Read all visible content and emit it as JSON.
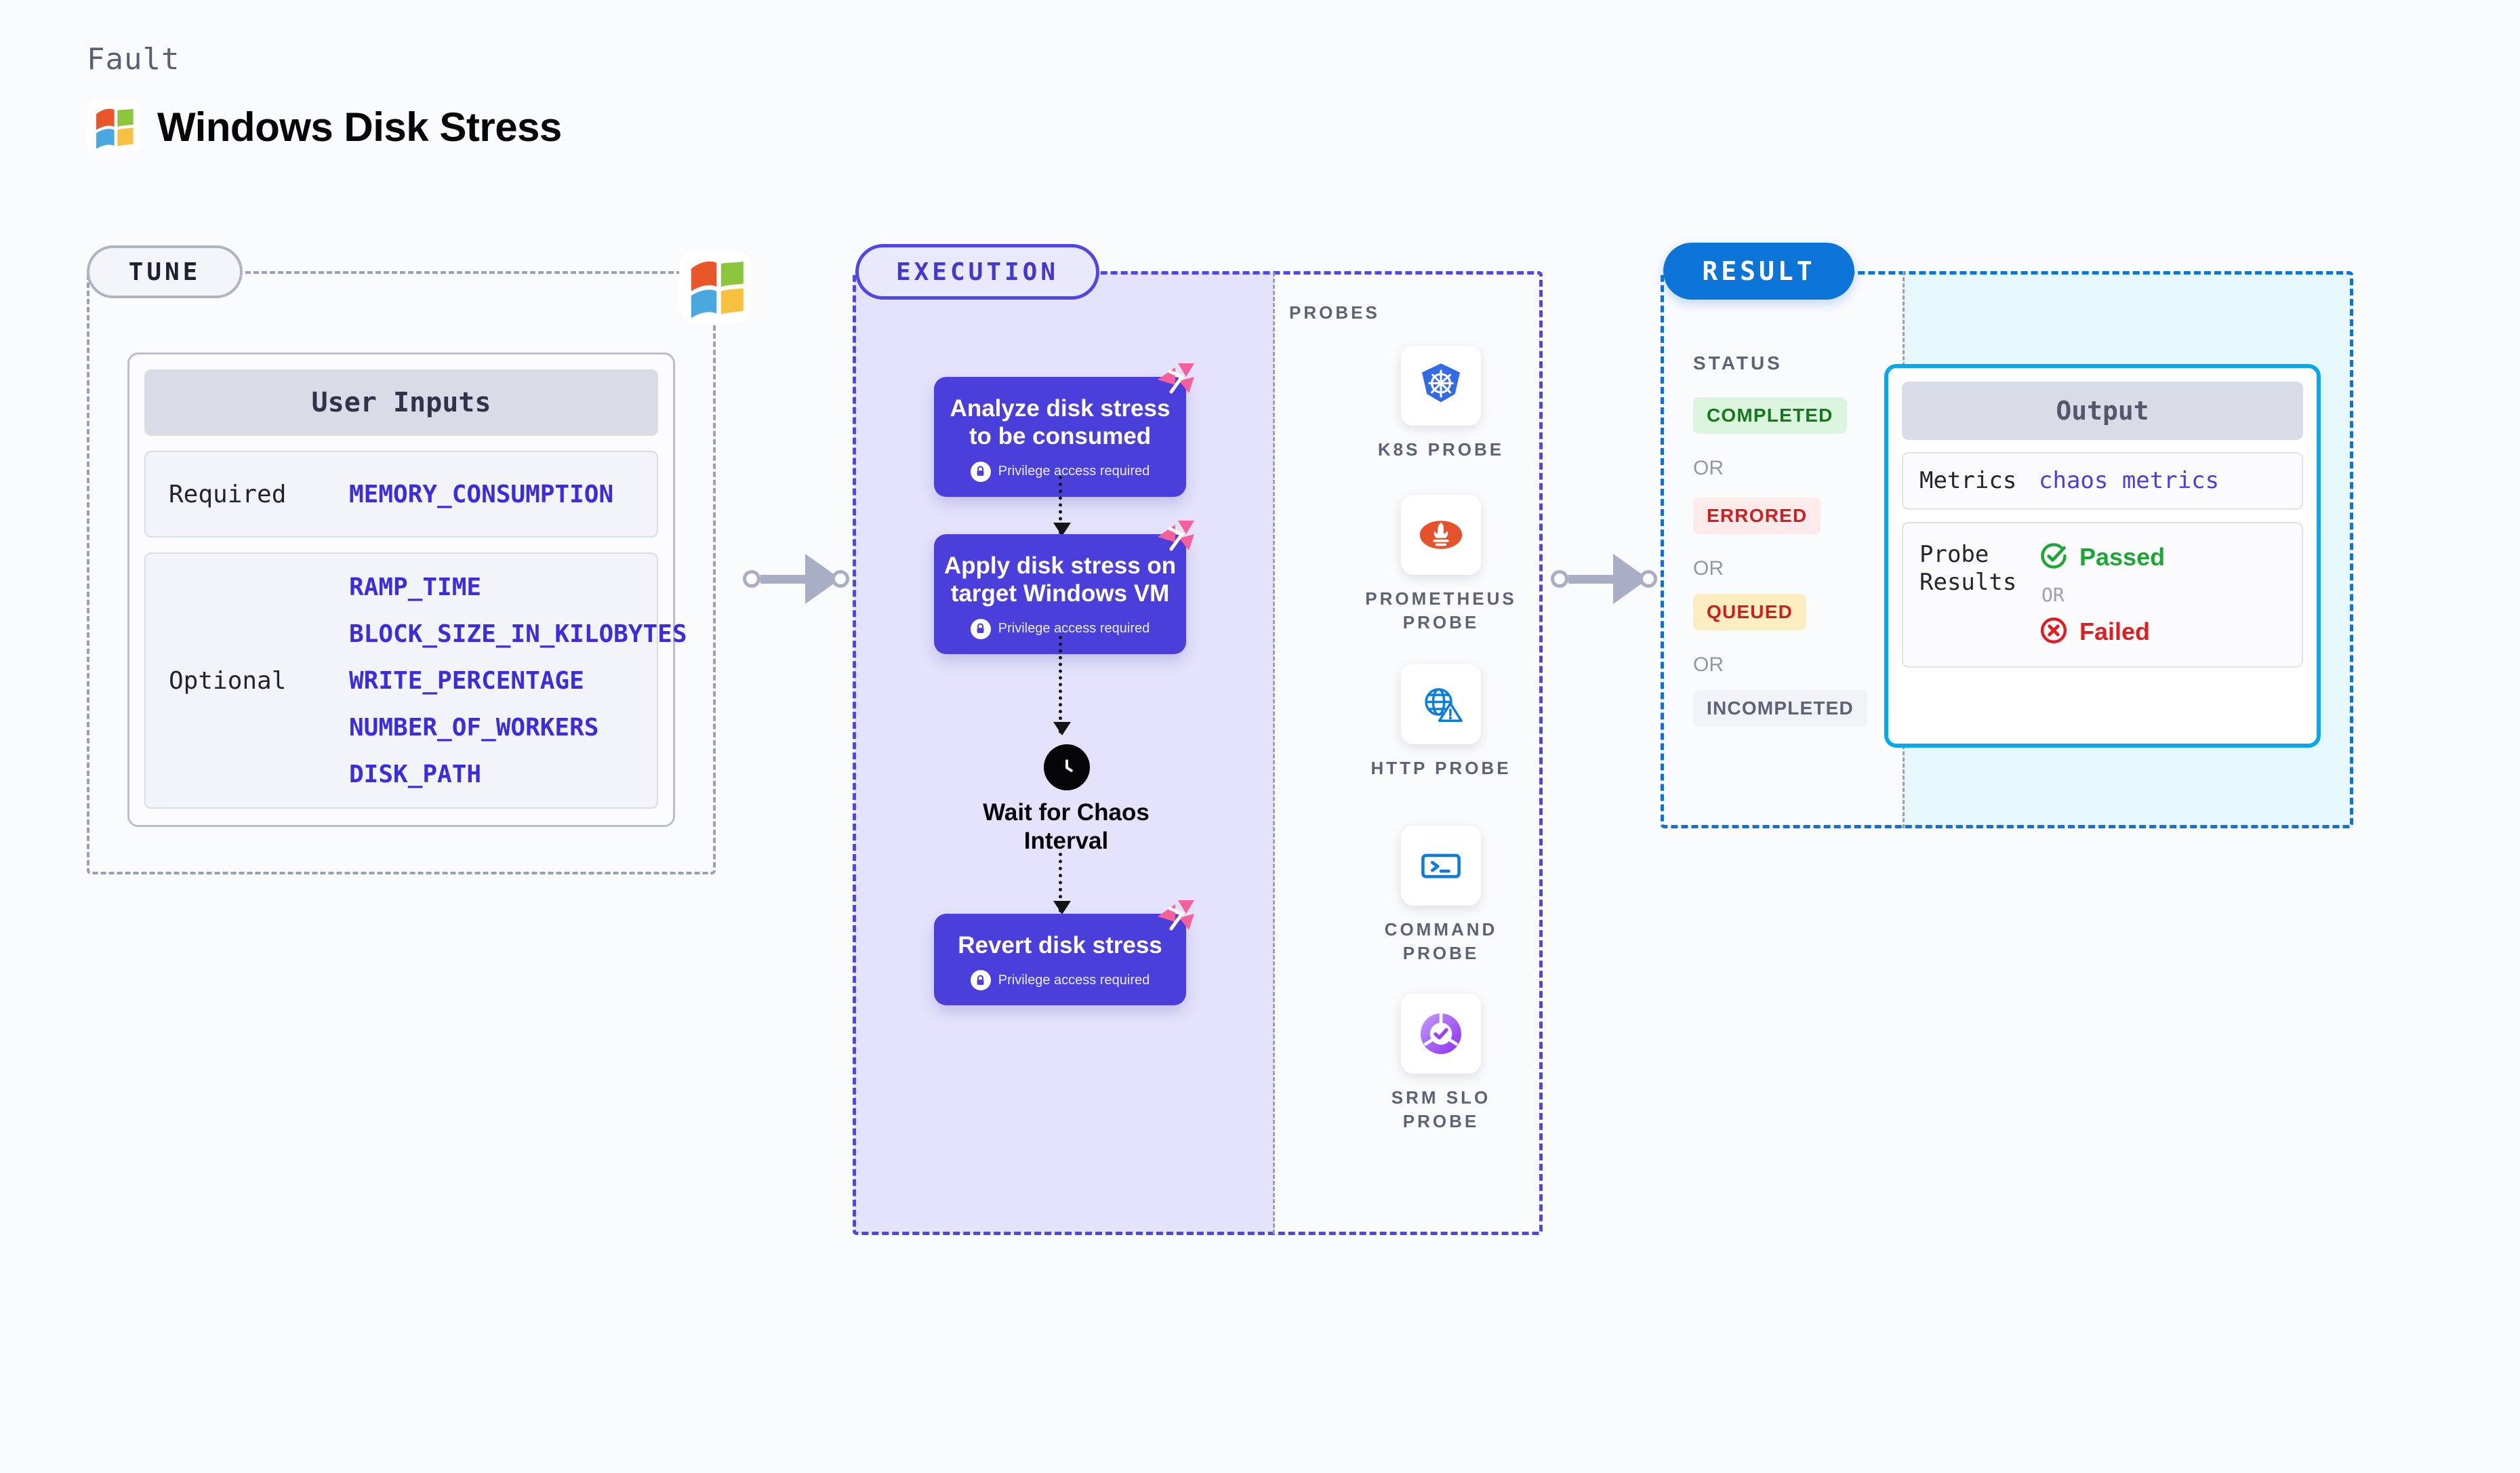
{
  "header": {
    "eyebrow": "Fault",
    "title": "Windows Disk Stress",
    "logo_icon": "windows-logo-icon"
  },
  "tune": {
    "pill_label": "TUNE",
    "corner_icon": "windows-logo-icon",
    "card": {
      "title": "User Inputs",
      "required_label": "Required",
      "required_values": [
        "MEMORY_CONSUMPTION"
      ],
      "optional_label": "Optional",
      "optional_values": [
        "RAMP_TIME",
        "BLOCK_SIZE_IN_KILOBYTES",
        "WRITE_PERCENTAGE",
        "NUMBER_OF_WORKERS",
        "DISK_PATH"
      ]
    }
  },
  "execution": {
    "pill_label": "EXECUTION",
    "privilege_note": "Privilege access required",
    "steps": [
      {
        "title": "Analyze disk stress to be consumed",
        "privilege": true,
        "badge_icon": "litmus-chaos-icon"
      },
      {
        "title": "Apply disk stress on target Windows VM",
        "privilege": true,
        "badge_icon": "litmus-chaos-icon"
      },
      {
        "title": "Revert disk stress",
        "privilege": true,
        "badge_icon": "litmus-chaos-icon"
      }
    ],
    "wait": {
      "icon": "clock-icon",
      "label": "Wait for Chaos Interval"
    }
  },
  "probes": {
    "section_label": "PROBES",
    "items": [
      {
        "name": "K8S PROBE",
        "icon": "kubernetes-icon"
      },
      {
        "name": "PROMETHEUS PROBE",
        "icon": "prometheus-icon"
      },
      {
        "name": "HTTP PROBE",
        "icon": "http-globe-warning-icon"
      },
      {
        "name": "COMMAND PROBE",
        "icon": "terminal-icon"
      },
      {
        "name": "SRM SLO PROBE",
        "icon": "srm-slo-icon"
      }
    ]
  },
  "result": {
    "pill_label": "RESULT",
    "status_label": "STATUS",
    "or_label": "OR",
    "statuses": [
      {
        "label": "COMPLETED",
        "bg": "#dcf5df",
        "color": "#137a1b"
      },
      {
        "label": "ERRORED",
        "bg": "#fdeaea",
        "color": "#cf1f1f"
      },
      {
        "label": "QUEUED",
        "bg": "#fdeec2",
        "color": "#cb1f1f"
      },
      {
        "label": "INCOMPLETED",
        "bg": "#f2f3f8",
        "color": "#5d6377"
      }
    ],
    "output": {
      "title": "Output",
      "metrics_label": "Metrics",
      "metrics_value": "chaos metrics",
      "probe_results_label": "Probe Results",
      "or_label": "OR",
      "passed_label": "Passed",
      "passed_icon": "check-circle-icon",
      "failed_label": "Failed",
      "failed_icon": "x-circle-icon"
    }
  },
  "colors": {
    "background": "#fafbfd",
    "tune_border": "#9aa0b4",
    "execution_accent": "#4f46e5",
    "execution_fill": "#e4e3fb",
    "step_bg": "#4a3fdb",
    "result_accent": "#0b74d6",
    "result_tint": "#e7f8fd",
    "output_border": "#08a9e8",
    "mono_value": "#3b2ddb",
    "litmus_pink": "#f6609a",
    "connector": "#a9aec4",
    "passed_green": "#1aa733",
    "failed_red": "#de1f22"
  }
}
